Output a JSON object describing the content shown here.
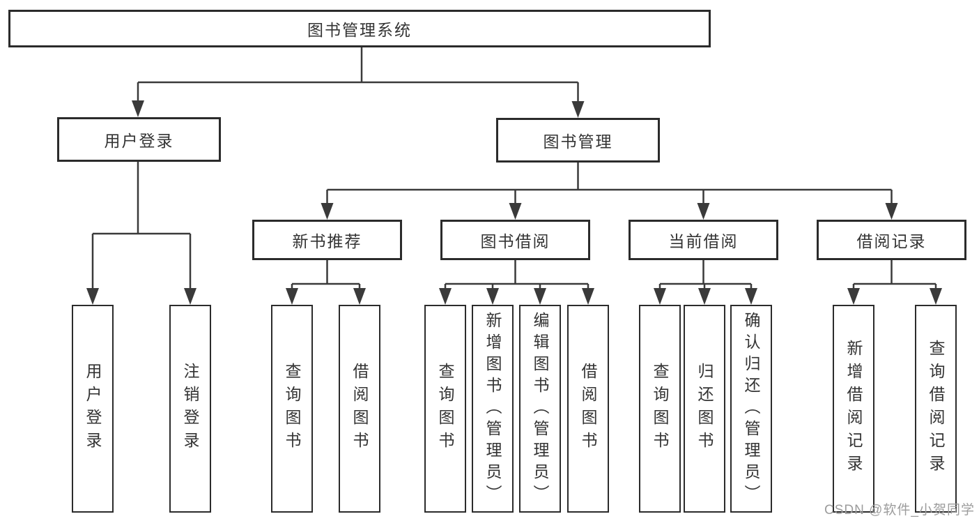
{
  "diagram_title": "图书管理系统",
  "hierarchy": {
    "root": "图书管理系统",
    "children": [
      {
        "label": "用户登录",
        "children": [
          {
            "label": "用户登录"
          },
          {
            "label": "注销登录"
          }
        ]
      },
      {
        "label": "图书管理",
        "children": [
          {
            "label": "新书推荐",
            "children": [
              {
                "label": "查询图书"
              },
              {
                "label": "借阅图书"
              }
            ]
          },
          {
            "label": "图书借阅",
            "children": [
              {
                "label": "查询图书"
              },
              {
                "label": "新增图书（管理员）"
              },
              {
                "label": "编辑图书（管理员）"
              },
              {
                "label": "借阅图书"
              }
            ]
          },
          {
            "label": "当前借阅",
            "children": [
              {
                "label": "查询图书"
              },
              {
                "label": "归还图书"
              },
              {
                "label": "确认归还（管理员）"
              }
            ]
          },
          {
            "label": "借阅记录",
            "children": [
              {
                "label": "新增借阅记录"
              },
              {
                "label": "查询借阅记录"
              }
            ]
          }
        ]
      }
    ]
  },
  "watermark": {
    "text": "CSDN @软件_小贺同学"
  },
  "colors": {
    "connector_line": "#3a3a3a",
    "arrowhead": "#3a3a3a",
    "box_border": "#2b2b2b",
    "box_fill": "#ffffff",
    "label_text": "#333333",
    "watermark_text": "#9c9c9c",
    "background": "#ffffff"
  }
}
